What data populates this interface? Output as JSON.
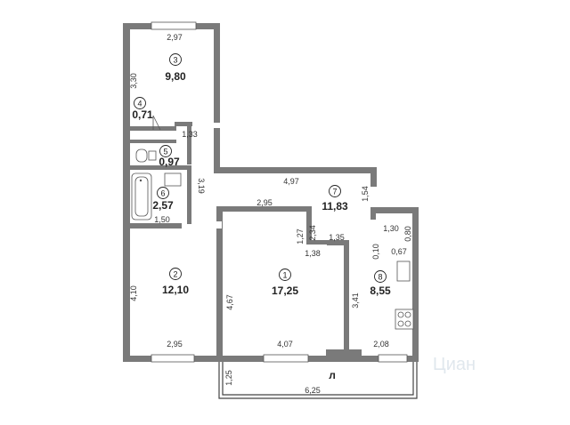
{
  "rooms": [
    {
      "number": "3",
      "area": "9,80"
    },
    {
      "number": "4",
      "area": "0,71"
    },
    {
      "number": "5",
      "area": "0,97"
    },
    {
      "number": "6",
      "area": "2,57"
    },
    {
      "number": "7",
      "area": "11,83"
    },
    {
      "number": "2",
      "area": "12,10"
    },
    {
      "number": "1",
      "area": "17,25"
    },
    {
      "number": "8",
      "area": "8,55"
    }
  ],
  "balcony_label": "л",
  "dimensions": {
    "room3_width": "2,97",
    "room3_height": "3,30",
    "room4_width": "1,33",
    "room6_height": "3,19",
    "room6_width": "1,50",
    "hall_width": "4,97",
    "hall_side": "1,54",
    "room1_top": "2,95",
    "niche_a": "1,27",
    "niche_b": "2,34",
    "niche_c": "1,38",
    "corridor_width": "1,35",
    "corridor_length": "3,41",
    "kitchen_top": "1,30",
    "kitchen_side": "0,80",
    "kitchen_c": "0,10",
    "kitchen_d": "0,67",
    "room2_height": "4,10",
    "room2_width": "2,95",
    "room1_height": "4,67",
    "room1_width": "4,07",
    "kitchen_width": "2,08",
    "balcony_depth": "1,25",
    "balcony_width": "6,25"
  },
  "watermark": "Циан"
}
